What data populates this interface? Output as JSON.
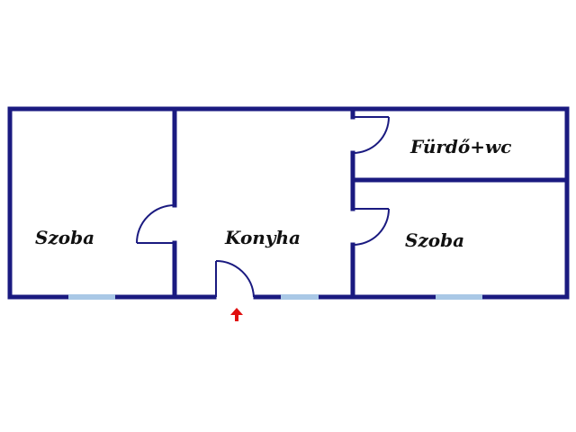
{
  "rooms": {
    "room_left": "Szoba",
    "kitchen": "Konyha",
    "bathroom": "Fürdő+wc",
    "room_right": "Szoba"
  },
  "colors": {
    "wall": "#1a1a80",
    "window": "#a9c8e6",
    "entry_arrow": "#e01010",
    "background": "#ffffff"
  },
  "icons": {
    "entry": "entrance-arrow-icon"
  }
}
